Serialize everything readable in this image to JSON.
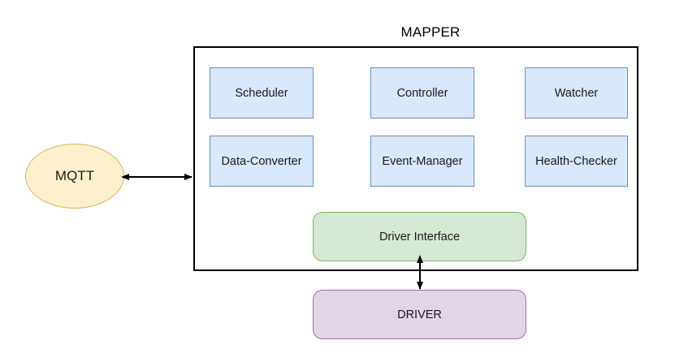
{
  "diagram": {
    "title": "MAPPER",
    "container_label": "MAPPER",
    "components": [
      {
        "label": "Scheduler",
        "name": "scheduler"
      },
      {
        "label": "Controller",
        "name": "controller"
      },
      {
        "label": "Watcher",
        "name": "watcher"
      },
      {
        "label": "Data-Converter",
        "name": "data-converter"
      },
      {
        "label": "Event-Manager",
        "name": "event-manager"
      },
      {
        "label": "Health-Checker",
        "name": "health-checker"
      }
    ],
    "driver_interface": {
      "label": "Driver Interface"
    },
    "driver": {
      "label": "DRIVER"
    },
    "mqtt": {
      "label": "MQTT"
    },
    "connections": [
      {
        "name": "mqtt-mapper-link",
        "from": "MQTT",
        "to": "MAPPER",
        "style": "bidirectional"
      },
      {
        "name": "driver-interface-driver-link",
        "from": "Driver Interface",
        "to": "DRIVER",
        "style": "bidirectional"
      }
    ],
    "colors": {
      "component_fill": "#dae8fc",
      "component_stroke": "#6c8ebf",
      "driver_interface_fill": "#d5e8d4",
      "driver_interface_stroke": "#82b366",
      "driver_fill": "#e1d5e7",
      "driver_stroke": "#9673a6",
      "mqtt_fill": "#fdf0cd",
      "mqtt_stroke": "#d6b656",
      "container_stroke": "#000000",
      "arrow_stroke": "#000000",
      "background": "#ffffff"
    }
  }
}
